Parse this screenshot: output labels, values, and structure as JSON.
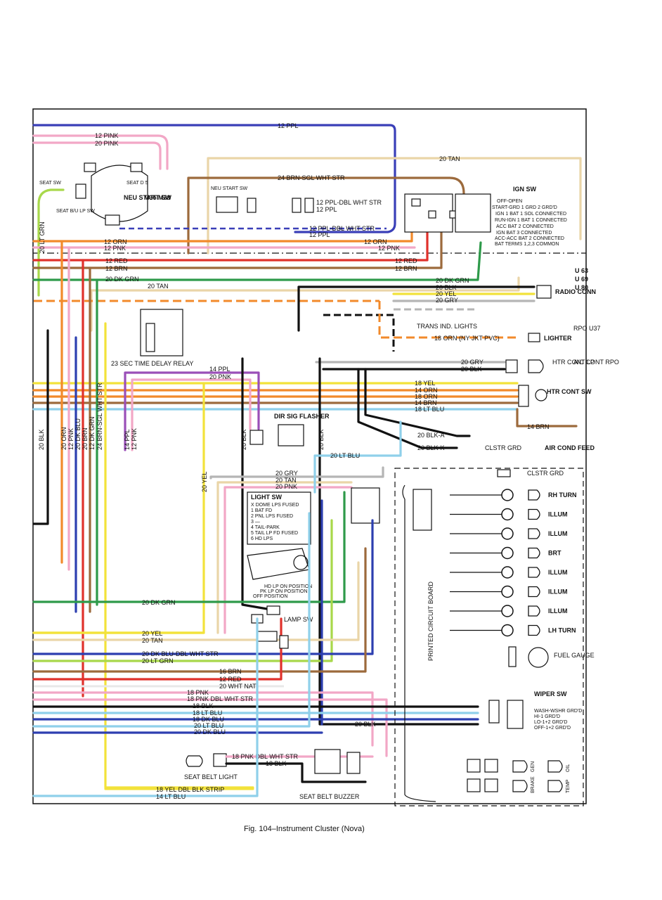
{
  "caption": "Fig. 104–Instrument Cluster (Nova)",
  "colors": {
    "ppl": "#3a3fb8",
    "pink": "#f2a7c6",
    "tan": "#ead5a8",
    "brn": "#9c6a3c",
    "orn": "#f28a2b",
    "red": "#e0312b",
    "dkgrn": "#2e9a4a",
    "ltgrn": "#a8d84a",
    "yel": "#f2e23a",
    "blk": "#111111",
    "ltblu": "#8fd0ea",
    "dkblu": "#2d3fb0",
    "gry": "#b5b5b5",
    "wht": "#e8e8e8"
  },
  "top_wires": {
    "ppl12": "12 PPL",
    "pink12a": "12 PINK",
    "pink12b": "20 PINK",
    "tan20": "20 TAN",
    "brn24": "24 BRN-SGL WHT STR",
    "ppl_dbl": "12 PPL-DBL WHT STR",
    "ppl12b": "12 PPL",
    "orn12": "12 ORN",
    "pnk12": "12 PNK",
    "red12": "12 RED",
    "brn12": "12 BRN",
    "dkgrn20": "20 DK GRN",
    "tan20b": "20 TAN",
    "blk20": "20 BLK",
    "yel20": "20 YEL",
    "gry20": "20 GRY"
  },
  "components": {
    "seat_sw": "SEAT SW",
    "seat_d5": "SEAT D 5",
    "neu_start": "NEU START SW",
    "neu_codes": "M35 M38",
    "seat_blp": "SEAT B/U LP SW",
    "neu_start_sw": "NEU START SW",
    "ign_sw": "IGN SW",
    "ign_legend": [
      "OFF-OPEN",
      "START-GRD 1 GRD 2 GRD'D",
      "IGN 1 BAT 1 SOL CONNECTED",
      "RUN-IGN 1 BAT 1 CONNECTED",
      "ACC BAT 2 CONNECTED",
      "IGN BAT 3 CONNECTED",
      "ACC-ACC BAT 2 CONNECTED",
      "BAT TERMS 1,2,3 COMMON"
    ],
    "radio_codes": [
      "U 63",
      "U 69",
      "U 80"
    ],
    "radio": "RADIO CONN",
    "delay_relay": "23 SEC TIME DELAY RELAY",
    "trans_lights": "TRANS IND. LIGHTS",
    "lighter": "LIGHTER",
    "rpo_u37": "RPO U37",
    "htr_cont_lp": "HTR CONT LP",
    "ac_cont": "A/C CONT RPO",
    "htr_cont_sw": "HTR CONT SW",
    "dir_sig": "DIR SIG FLASHER",
    "clstr_grd": "CLSTR GRD",
    "air_cond": "AIR COND FEED",
    "light_sw": "LIGHT SW",
    "light_legend": [
      "X DOME LPS FUSED",
      "1 BAT FD",
      "2 PNL LPS FUSED",
      "3 —",
      "4 TAIL-PARK",
      "5 TAIL LP FD FUSED",
      "6 HD LPS"
    ],
    "hd_lp": "HD LP ON POSITION",
    "pk_lp": "PK LP ON POSITION",
    "off_pos": "OFF POSITION",
    "lamp_sw": "LAMP SW",
    "pcb": "PRINTED CIRCUIT BOARD",
    "wiper_sw": "WIPER SW",
    "wiper_legend": [
      "WASH-WSHR GRD'D",
      "HI-1 GRD'D",
      "LO-1+2 GRD'D",
      "OFF-1+2 GRD'D"
    ],
    "seat_belt_light": "SEAT BELT LIGHT",
    "seat_belt_buzzer": "SEAT BELT BUZZER"
  },
  "lamps": [
    "RH TURN",
    "ILLUM",
    "ILLUM",
    "BRT",
    "ILLUM",
    "ILLUM",
    "ILLUM",
    "LH TURN"
  ],
  "fuel_gauge": "FUEL GAUGE",
  "bottom_lamps": [
    "BRAKE",
    "GEN",
    "TEMP",
    "OIL"
  ],
  "left_vertical": [
    "20 LT GRN",
    "20 BLK",
    "20 ORN",
    "12 PNK",
    "20 DK BLU",
    "20 BRN",
    "12 DK GRN",
    "24 BRN-SGL WHT STR",
    "14 PPL",
    "12 PNK",
    "20 YEL",
    "20 BLK",
    "20 LT BLU",
    "20 DK GRN"
  ],
  "bottom_wires": [
    "20 YEL",
    "20 TAN",
    "20 DK BLU-DBL WHT STR",
    "20 LT GRN",
    "16 BRN",
    "12 RED",
    "20 WHT NAT",
    "18 PNK",
    "18 PNK DBL WHT STR",
    "18 BLK",
    "18 LT BLU",
    "18 DK BLU",
    "20 LT BLU",
    "20 DK BLU",
    "18 BLK",
    "20 BLK",
    "18 YEL DBL BLK STRIP",
    "14 LT BLU",
    "20 DK GRN"
  ],
  "mid_wires": [
    "18 YEL",
    "14 ORN",
    "18 ORN",
    "14 BRN",
    "18 LT BLU",
    "14 PPL",
    "20 PNK",
    "20 GRY",
    "20 BLK",
    "20 BLK-A",
    "20 BLK-K",
    "14 BRN",
    "18 ORN (NY JKT PVC)",
    "20 LT BLU",
    "20 GRY",
    "20 TAN",
    "20 PNK",
    "20 LT BLU"
  ]
}
